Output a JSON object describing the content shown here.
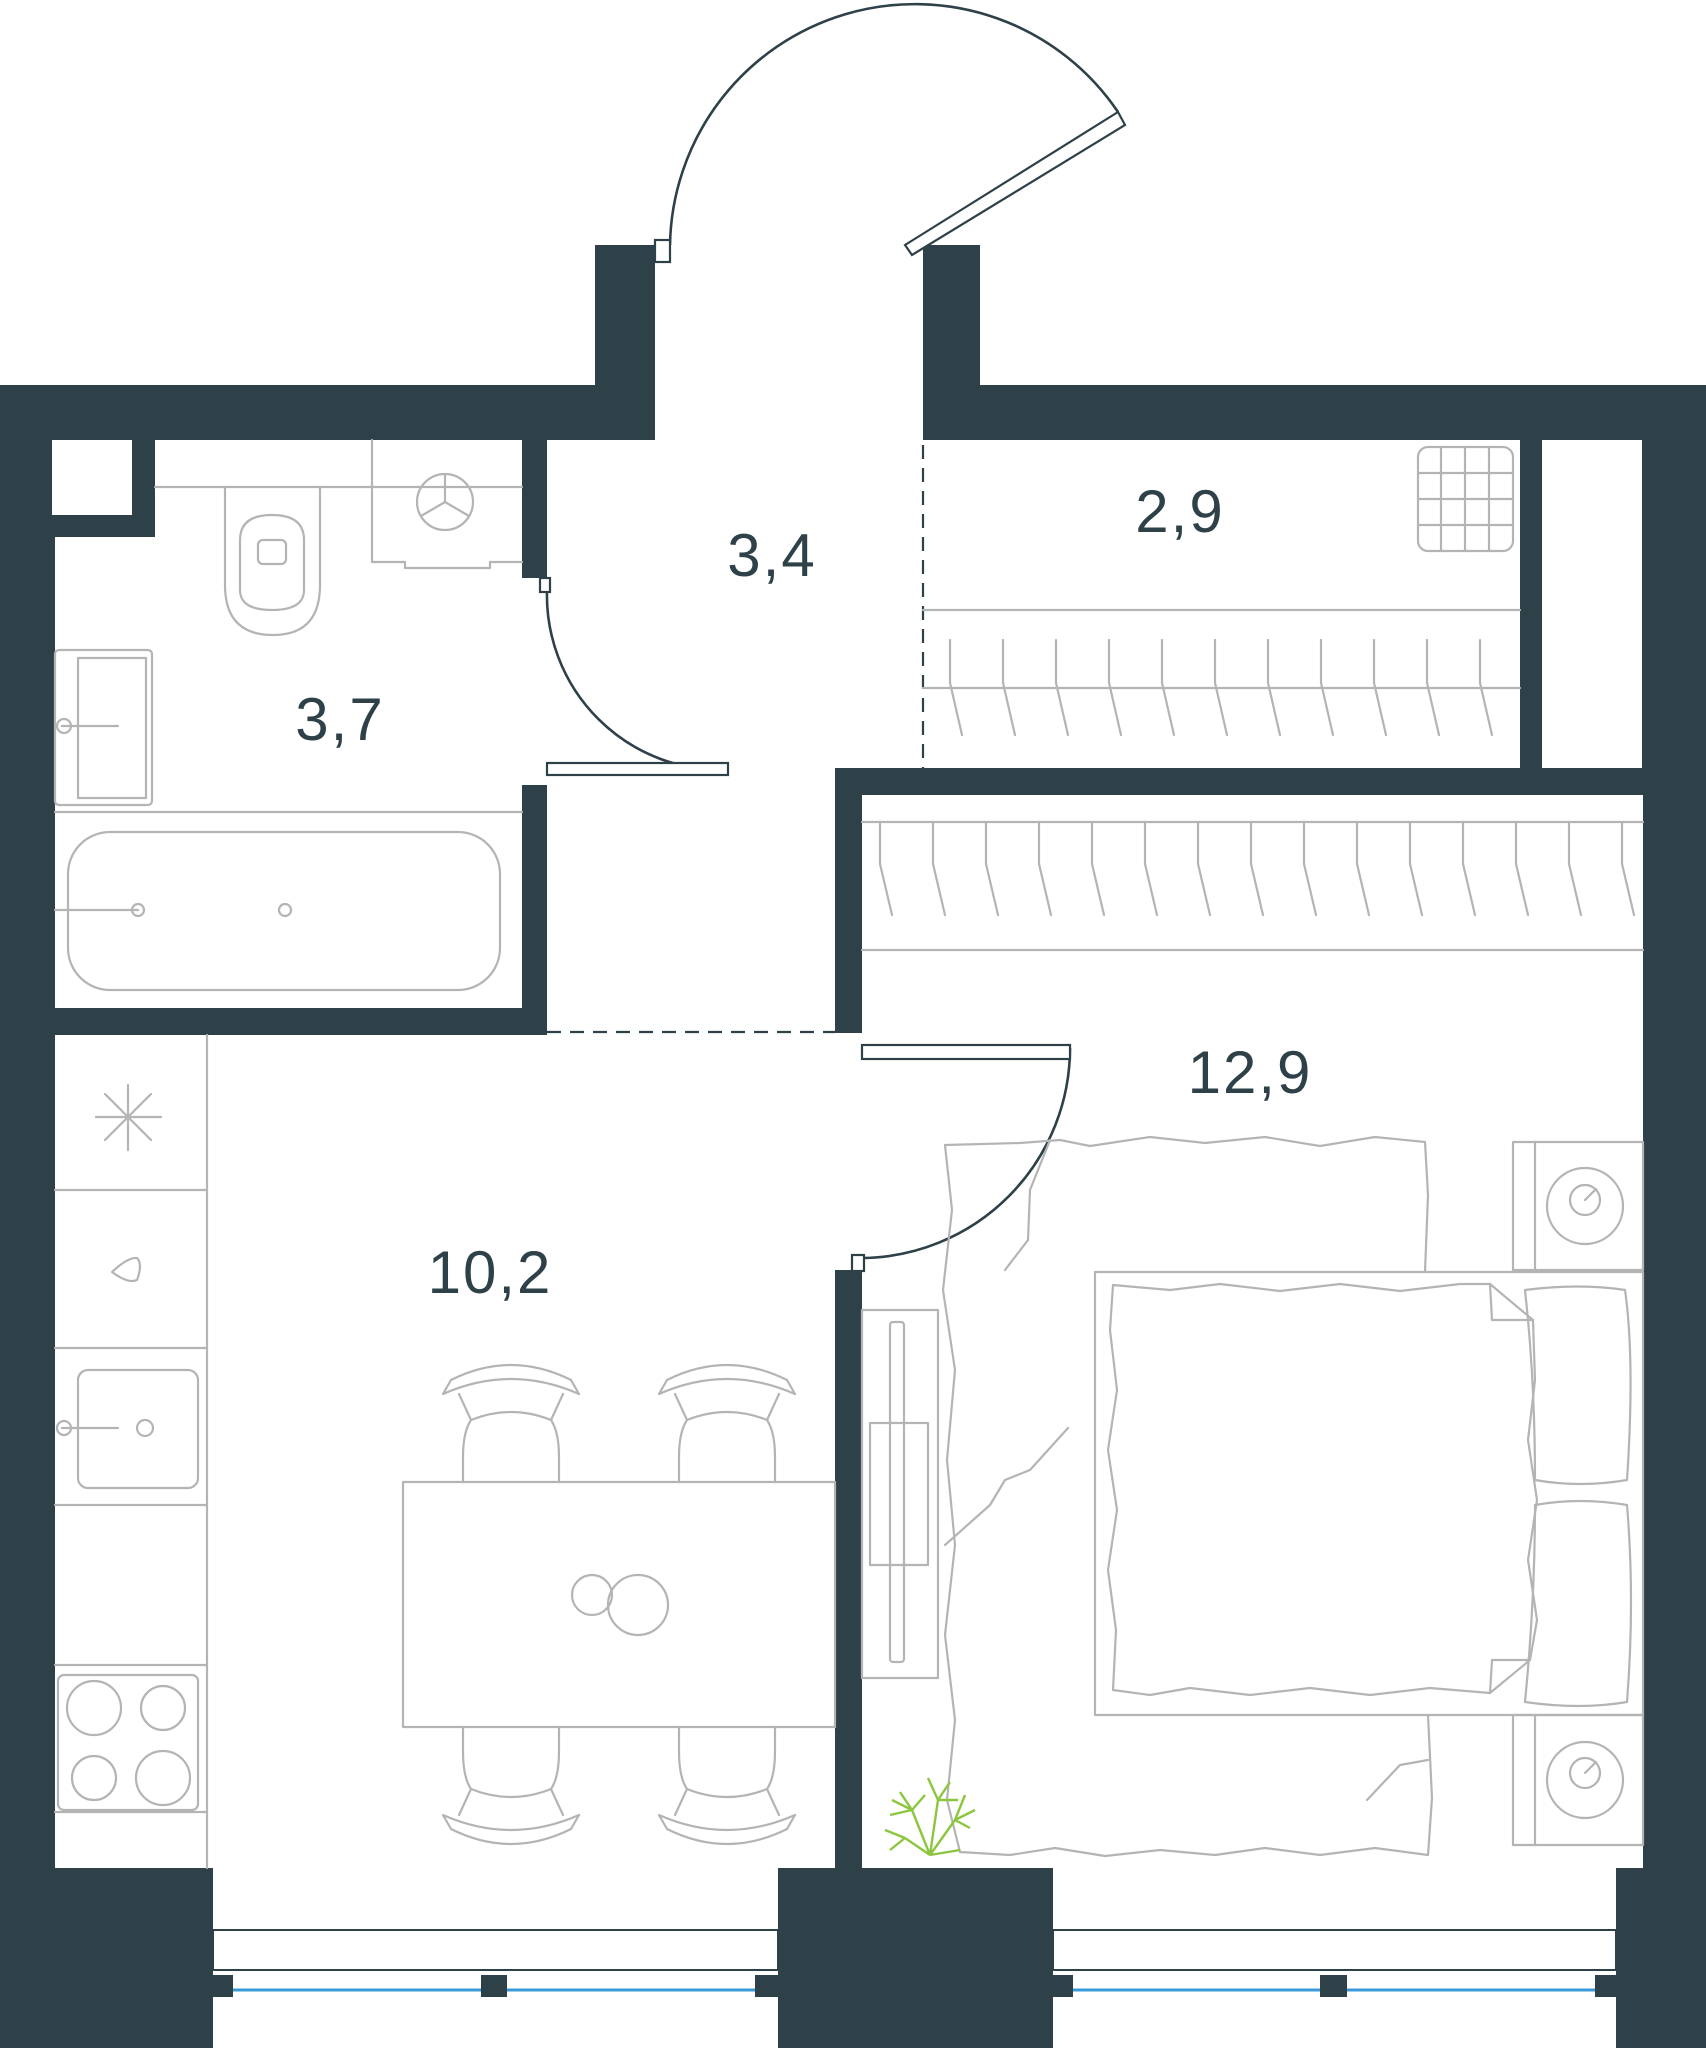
{
  "rooms": [
    {
      "id": "bathroom",
      "area": "3,7"
    },
    {
      "id": "hallway",
      "area": "3,4"
    },
    {
      "id": "wardrobe",
      "area": "2,9"
    },
    {
      "id": "kitchen_living",
      "area": "10,2"
    },
    {
      "id": "bedroom",
      "area": "12,9"
    }
  ],
  "colors": {
    "wall": "#2e4148",
    "fixture_line": "#b4b4b4",
    "window_glass": "#3a9ad9",
    "plant": "#8cc63f",
    "background": "#ffffff"
  },
  "icons": [
    "toilet-icon",
    "washbasin-icon",
    "bathtub-icon",
    "washing-machine-icon",
    "fridge-icon",
    "hood-icon",
    "sink-icon",
    "stove-icon",
    "dining-table-icon",
    "chair-icon",
    "bed-icon",
    "nightstand-icon",
    "tv-stand-icon",
    "plant-icon",
    "rack-icon",
    "door-icon",
    "window-icon"
  ]
}
